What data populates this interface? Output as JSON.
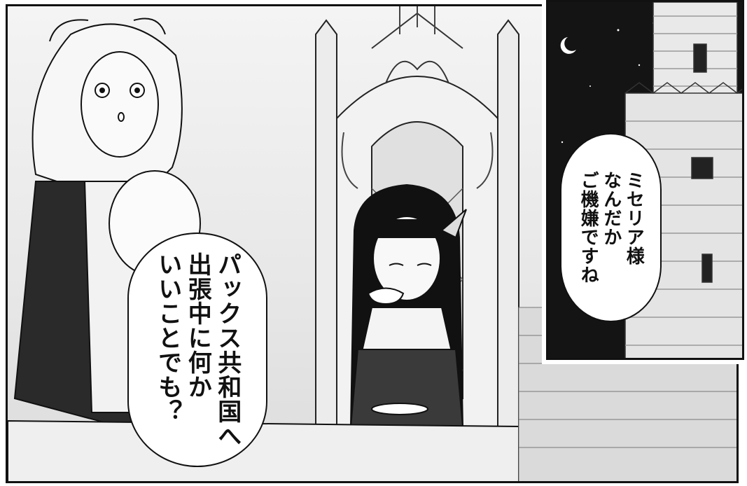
{
  "speech_left": {
    "lines": [
      "パックス共和国へ",
      "出張中に何か",
      "いいことでも？"
    ]
  },
  "speech_right": {
    "lines": [
      "ミセリア様",
      "なんだか",
      "ご機嫌ですね"
    ]
  },
  "colors": {
    "ink": "#111111",
    "paper": "#ffffff",
    "night_sky": "#141414",
    "tone_gray": "#c9c9c9"
  }
}
